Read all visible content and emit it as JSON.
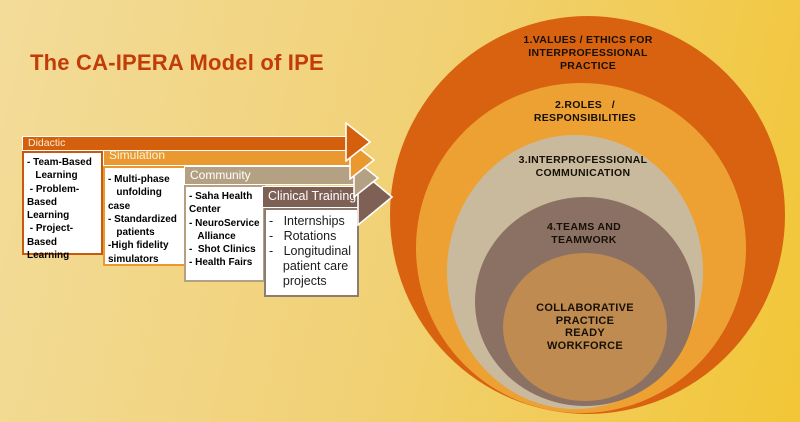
{
  "slide": {
    "title": "The CA-IPERA Model of IPE"
  },
  "palette": {
    "background_from": "#F3DC9A",
    "background_mid": "#F1D175",
    "background_to": "#F2C636",
    "title_color": "#C23C0A",
    "ring_text_color": "#161006",
    "banner_outline": "#FFFFFF"
  },
  "stages": [
    {
      "header": "Didactic",
      "color": "#D4600D",
      "border_color": "#C75A0C",
      "header_text_color": "#FBEDD3",
      "body": "- Team-Based\n   Learning\n - Problem-Based\nLearning\n - Project-Based\nLearning"
    },
    {
      "header": "Simulation",
      "color": "#E9992F",
      "border_color": "#E9992F",
      "header_text_color": "#FCF3E0",
      "body": "- Multi-phase\n   unfolding case\n- Standardized\n   patients\n-High fidelity\nsimulators"
    },
    {
      "header": "Community",
      "color": "#B4A183",
      "border_color": "#B4A183",
      "header_text_color": "#FFFFFF",
      "body": "- Saha Health\nCenter\n- NeuroService\n   Alliance\n-  Shot Clinics\n- Health Fairs"
    },
    {
      "header": "Clinical Training",
      "color": "#7E6054",
      "border_color": "#8B7D74",
      "header_text_color": "#FFFFFF",
      "body": "-   Internships\n-   Rotations\n-   Longitudinal\n    patient care\n    projects"
    }
  ],
  "rings": [
    {
      "label": "1.VALUES / ETHICS FOR\nINTERPROFESSIONAL\nPRACTICE",
      "color": "#D8620F"
    },
    {
      "label": "2.ROLES   /\nRESPONSIBILITIES",
      "color": "#EDA133"
    },
    {
      "label": "3.INTERPROFESSIONAL\nCOMMUNICATION",
      "color": "#C9BA9D"
    },
    {
      "label": "4.TEAMS AND\nTEAMWORK",
      "color": "#8A7164"
    },
    {
      "label": "COLLABORATIVE\nPRACTICE\nREADY\nWORKFORCE",
      "color": "#C08B50"
    }
  ]
}
